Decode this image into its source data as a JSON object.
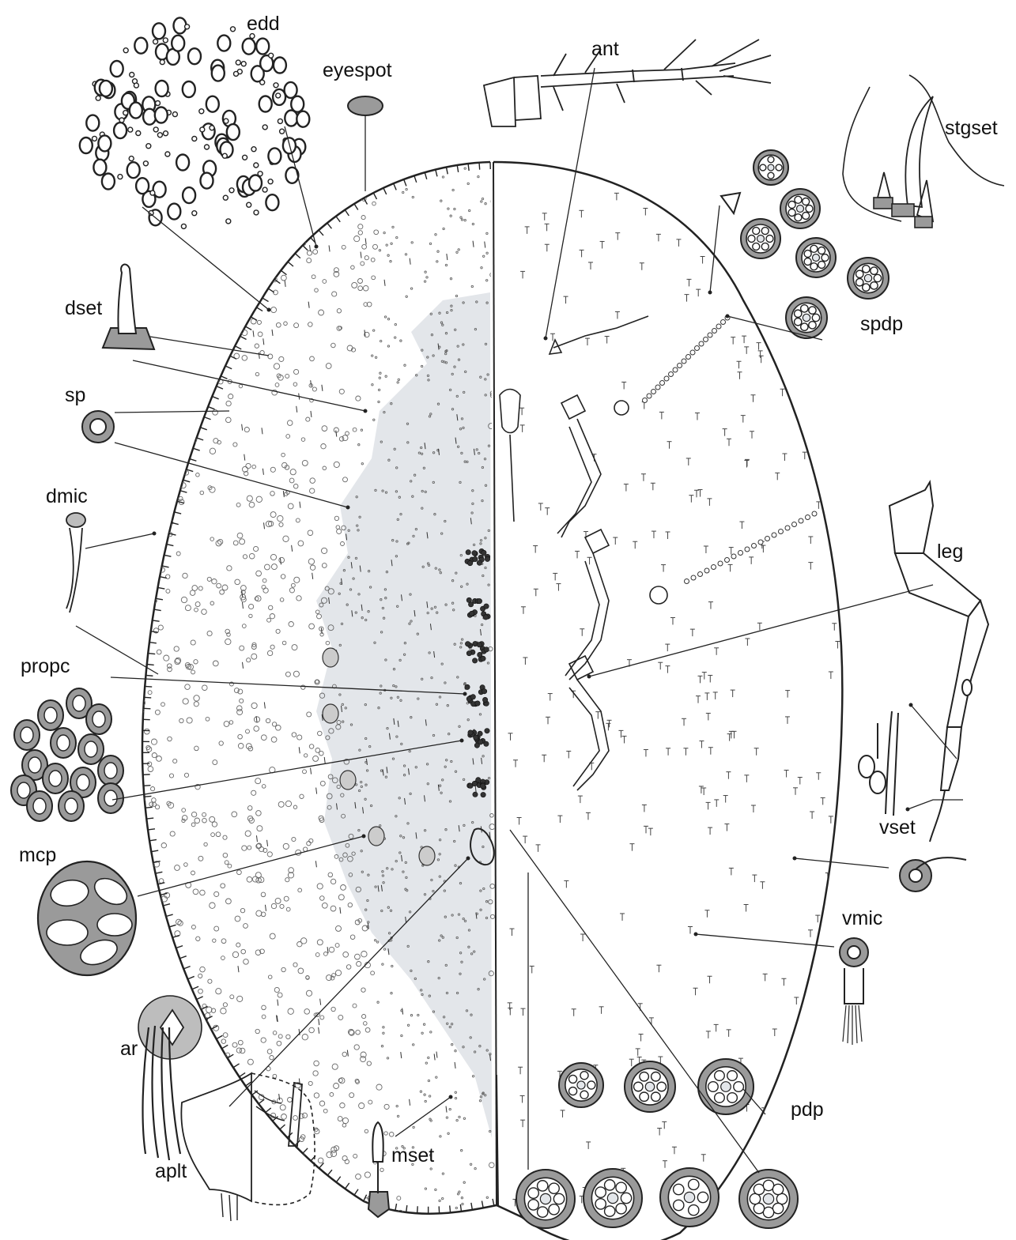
{
  "labels": {
    "edd": "edd",
    "eyespot": "eyespot",
    "ant": "ant",
    "stgset": "stgset",
    "dset": "dset",
    "spdp": "spdp",
    "sp": "sp",
    "dmic": "dmic",
    "leg": "leg",
    "propc": "propc",
    "vset": "vset",
    "mcp": "mcp",
    "vmic": "vmic",
    "ar": "ar",
    "pdp": "pdp",
    "aplt": "aplt",
    "mset": "mset"
  },
  "colors": {
    "ink": "#222222",
    "shade_light": "#e3e6ea",
    "shade_mid": "#bdbdbd",
    "shade_dark": "#9a9a9a"
  }
}
